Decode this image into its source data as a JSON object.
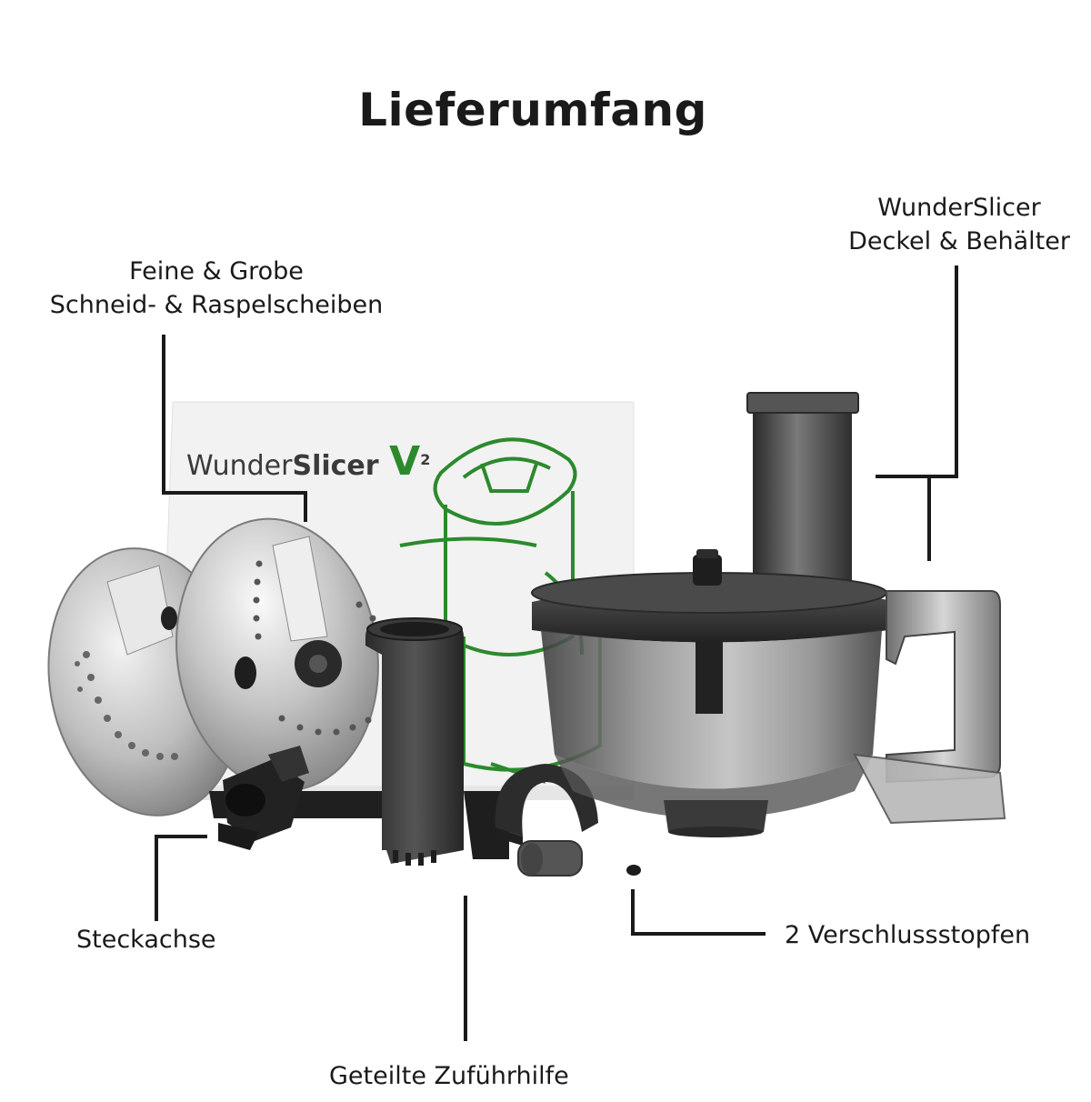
{
  "title": "Lieferumfang",
  "brand": {
    "word_regular": "Wunder",
    "word_bold": "Slicer",
    "version_badge": "V",
    "version_number": "2"
  },
  "labels": {
    "discs": {
      "line1": "Feine & Grobe",
      "line2": "Schneid- & Raspelscheiben"
    },
    "container": {
      "line1": "WunderSlicer",
      "line2": "Deckel & Behälter"
    },
    "axle": "Steckachse",
    "plugs": "2 Verschlussstopfen",
    "pusher": "Geteilte Zuführhilfe"
  },
  "colors": {
    "brand_green": "#2c8a2c",
    "metal": "#c9c9c9",
    "dark_plastic": "#3a3a3a",
    "text": "#1a1a1a"
  }
}
